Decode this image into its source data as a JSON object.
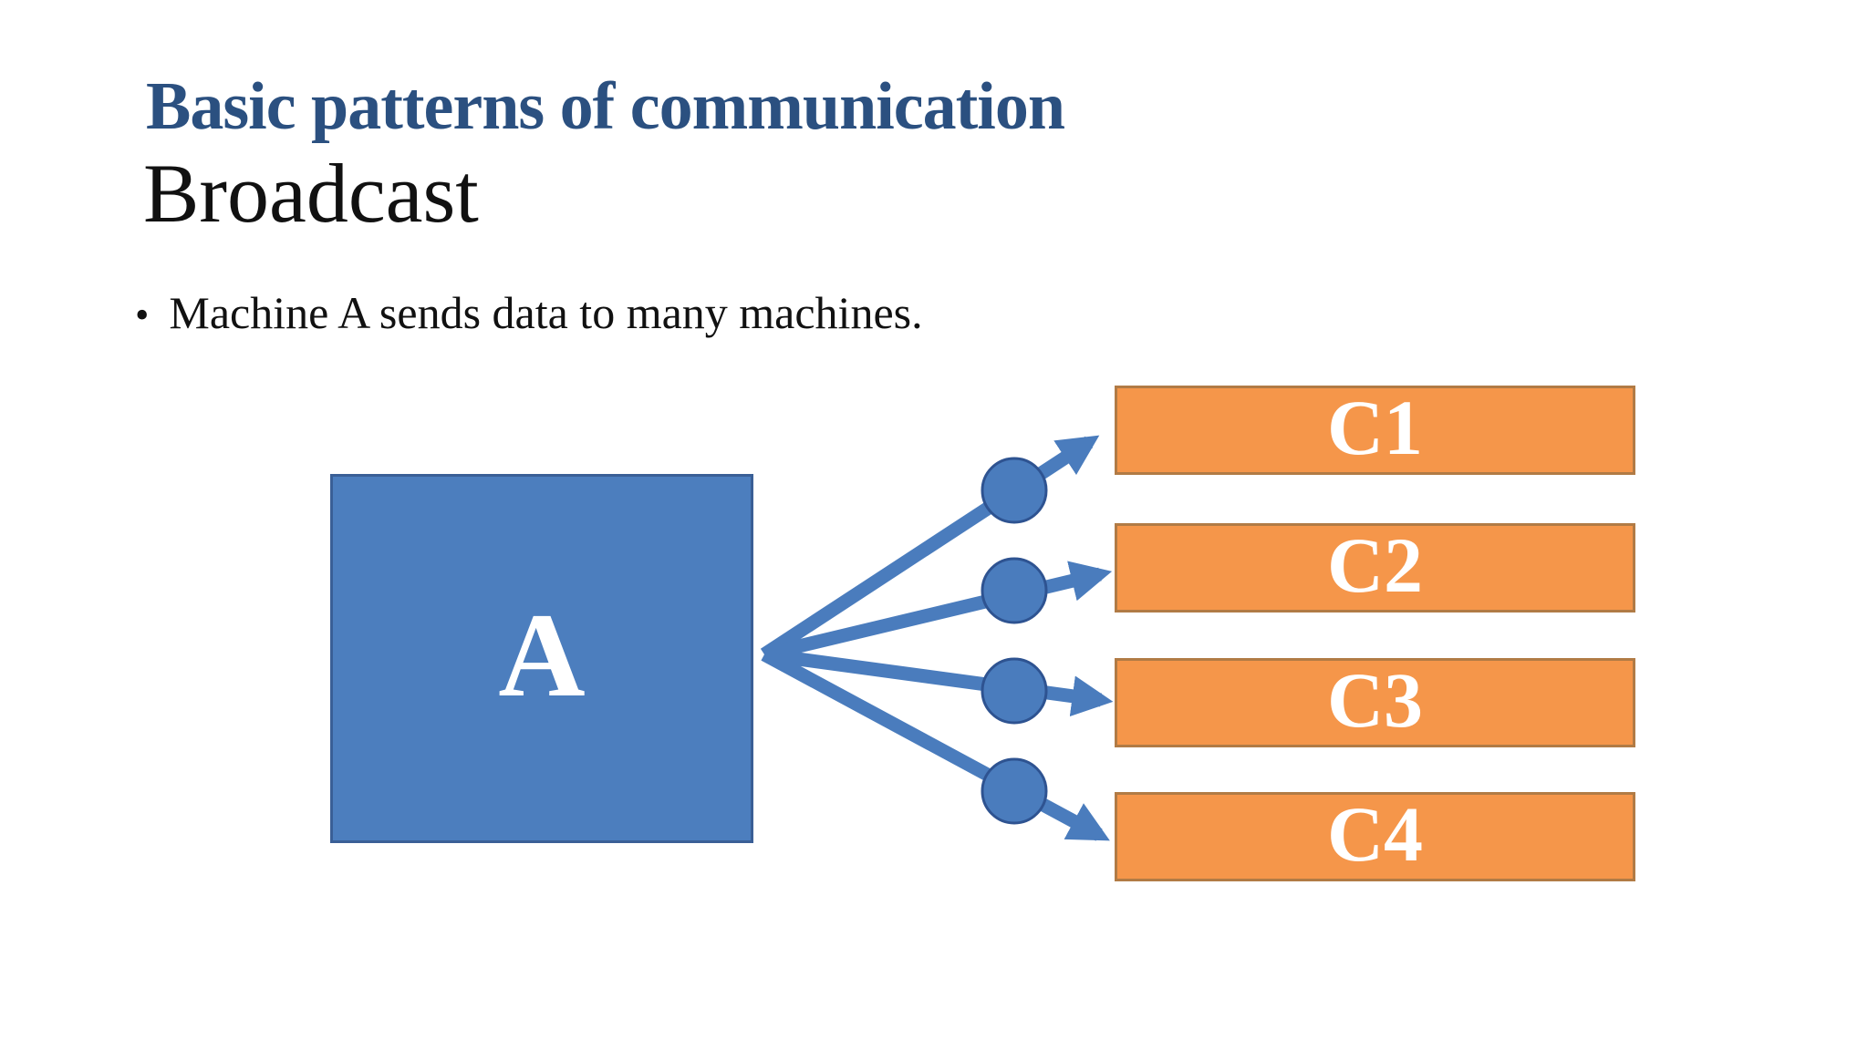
{
  "slide": {
    "title": "Basic patterns of communication",
    "subtitle": "Broadcast",
    "bullet_marker": "•",
    "bullet_text": "Machine A sends data to many machines."
  },
  "diagram": {
    "source": {
      "label": "A"
    },
    "targets": [
      {
        "label": "C1"
      },
      {
        "label": "C2"
      },
      {
        "label": "C3"
      },
      {
        "label": "C4"
      }
    ]
  },
  "colors": {
    "title": "#2B5080",
    "body_text": "#111111",
    "blue_fill": "#4C7EBE",
    "blue_border": "#3A5F96",
    "orange_fill": "#F5964A",
    "orange_border": "#B17B45",
    "arrow": "#4A7CBD",
    "circle_border": "#2E5391"
  }
}
